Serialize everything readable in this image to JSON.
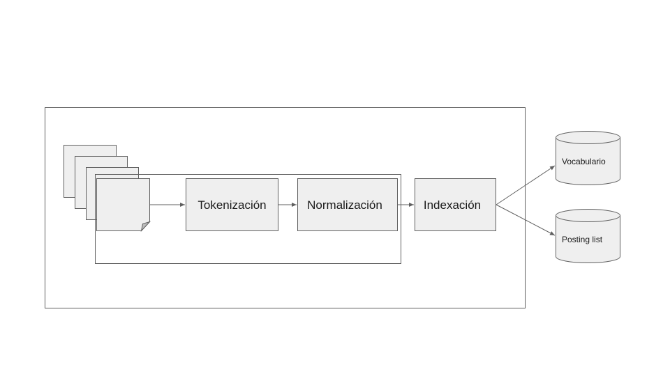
{
  "diagram": {
    "steps": {
      "tokenization": "Tokenización",
      "normalization": "Normalización",
      "indexing": "Indexación"
    },
    "stores": {
      "vocabulary": "Vocabulario",
      "postings": "Posting list"
    },
    "colors": {
      "fill": "#efefef",
      "stroke": "#5f5f5f",
      "text": "#1a1a1a"
    }
  }
}
